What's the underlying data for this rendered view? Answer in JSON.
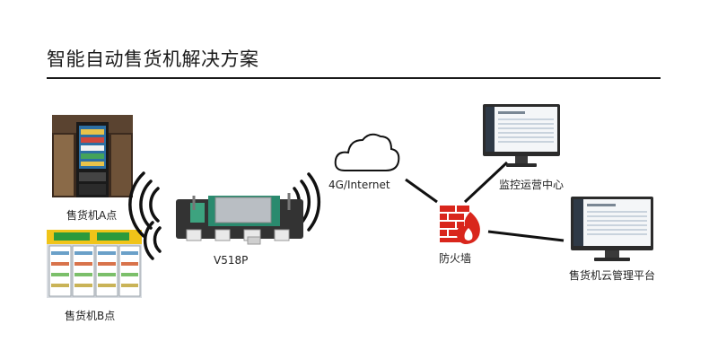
{
  "header": {
    "title": "智能自动售货机解决方案"
  },
  "nodes": {
    "vending_a": {
      "label": "售货机A点"
    },
    "vending_b": {
      "label": "售货机B点"
    },
    "gateway": {
      "label": "V518P"
    },
    "cloud": {
      "label": "4G/Internet"
    },
    "firewall": {
      "label": "防火墙"
    },
    "monitor_center": {
      "label": "监控运营中心"
    },
    "cloud_platform": {
      "label": "售货机云管理平台"
    }
  },
  "colors": {
    "line": "#111111",
    "firewall_red": "#d9261c",
    "board_green": "#2a8a6e",
    "vending_b_header": "#f0c419"
  }
}
